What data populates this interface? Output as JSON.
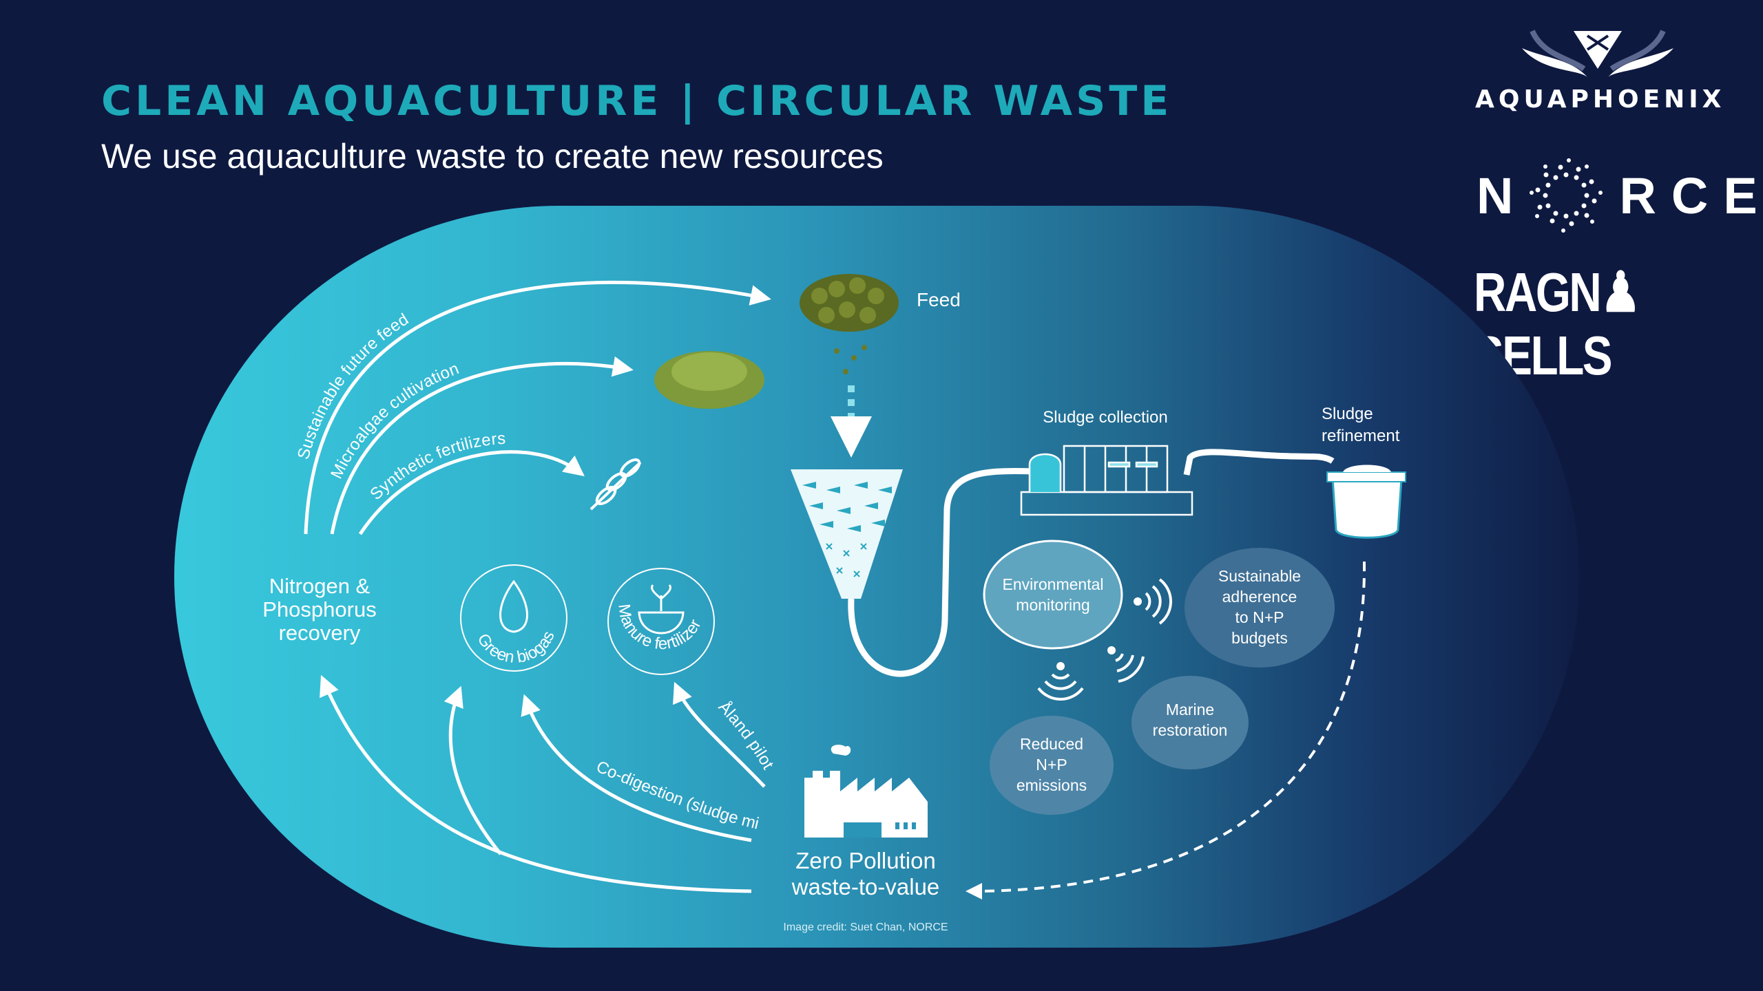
{
  "header": {
    "title": "CLEAN AQUACULTURE | CIRCULAR WASTE",
    "subtitle": "We use aquaculture waste to create new resources"
  },
  "logos": {
    "aquaphoenix": "AQUAPHOENIX",
    "norce_n": "N",
    "norce_rest": "RCE",
    "ragn": "RAGN",
    "sells": "SELLS"
  },
  "diagram": {
    "feed_label": "Feed",
    "arrow_labels": {
      "sustainable_feed": "Sustainable future feed",
      "microalgae": "Microalgae cultivation",
      "synthetic": "Synthetic fertilizers",
      "codigestion": "Co-digestion (sludge mix)",
      "aland": "Åland pilot"
    },
    "recovery": [
      "Nitrogen &",
      "Phosphorus",
      "recovery"
    ],
    "badges": {
      "biogas": "Green biogas",
      "manure": "Manure fertilizer"
    },
    "sludge_collection": "Sludge collection",
    "sludge_refinement": [
      "Sludge",
      "refinement"
    ],
    "bubbles": {
      "env_monitoring": [
        "Environmental",
        "monitoring"
      ],
      "sustainable_adherence": [
        "Sustainable",
        "adherence",
        "to N+P",
        "budgets"
      ],
      "marine_restoration": [
        "Marine",
        "restoration"
      ],
      "reduced_emissions": [
        "Reduced",
        "N+P",
        "emissions"
      ]
    },
    "zero_pollution": [
      "Zero Pollution",
      "waste-to-value"
    ],
    "credit": "Image credit: Suet Chan, NORCE"
  },
  "colors": {
    "background": "#0e1940",
    "title": "#1eaab9",
    "oval_light": "#38c8dc",
    "oval_dark": "#0f1d45"
  }
}
